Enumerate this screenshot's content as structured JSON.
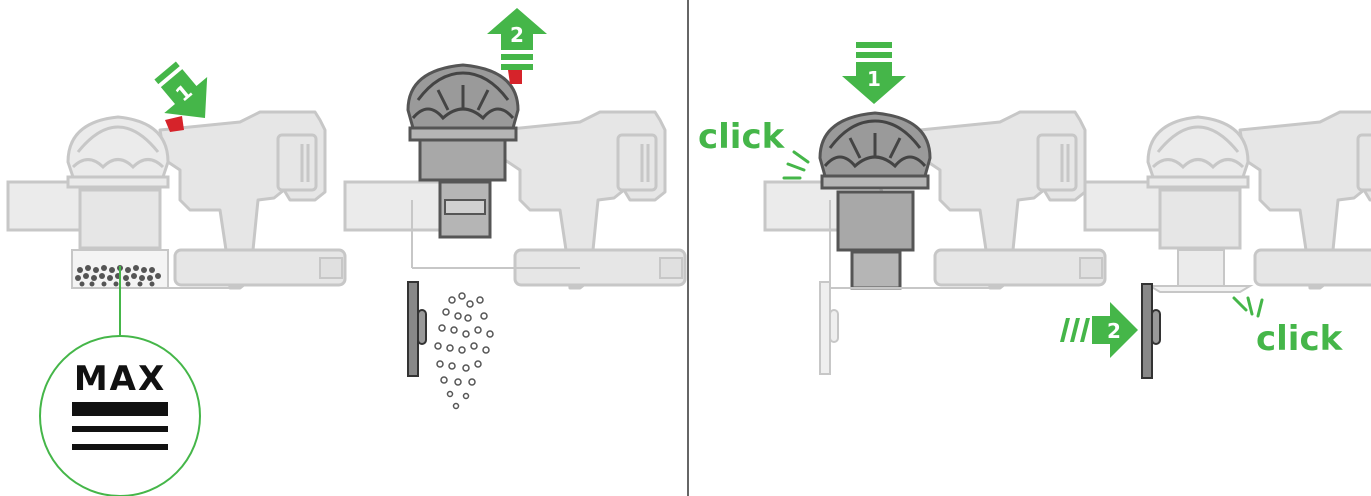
{
  "panels": [
    {
      "id": "empty-bin",
      "step_labels": [
        "1",
        "2"
      ],
      "max_marker": "MAX"
    },
    {
      "id": "refit-bin",
      "step_labels": [
        "1",
        "2"
      ],
      "sounds": [
        "click",
        "click"
      ]
    }
  ],
  "colors": {
    "accent": "#45b649",
    "release_red": "#d6232a",
    "body_light": "#e6e6e6",
    "body_outline": "#c7c7c7",
    "cyclone_dark": "#7a7a7a",
    "debris": "#555555"
  },
  "icons": [
    "arrow-down-icon",
    "arrow-up-icon",
    "arrow-right-icon",
    "sound-lines-icon"
  ]
}
